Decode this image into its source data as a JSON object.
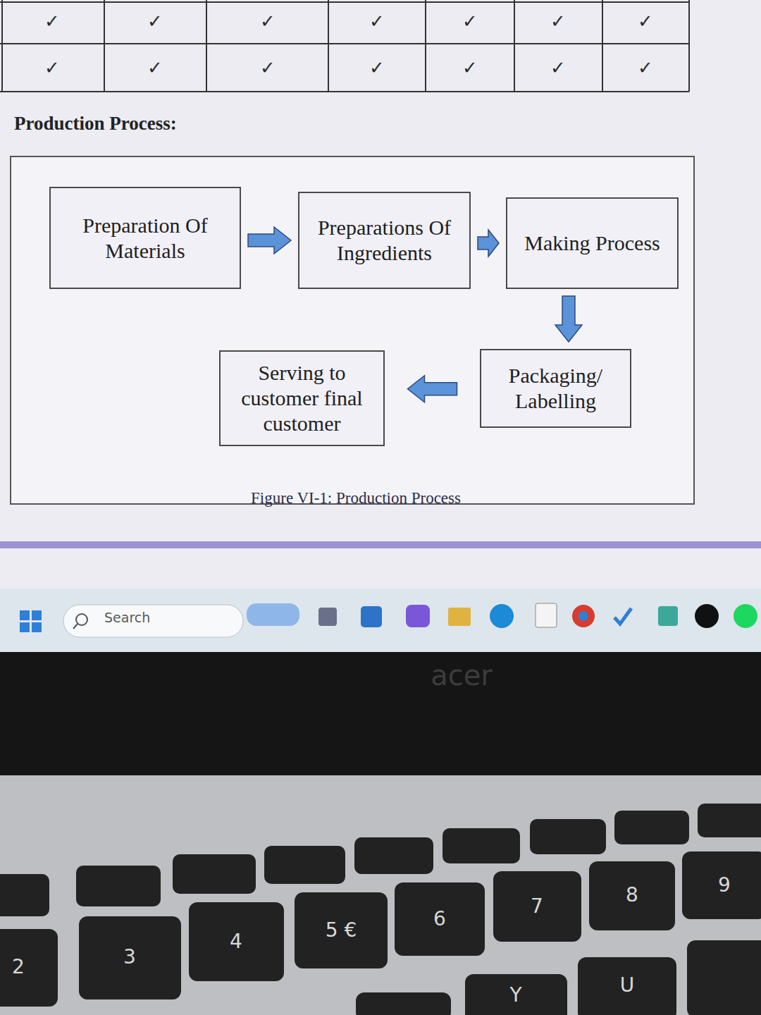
{
  "diagram": {
    "title": "Production Process:",
    "caption": "Figure VI-1: Production Process",
    "nodes": [
      {
        "text": [
          "Preparation Of Materials"
        ]
      },
      {
        "text": [
          "Preparations Of Ingredients"
        ]
      },
      {
        "text": [
          "Making Process"
        ]
      },
      {
        "text": [
          "Packaging/ Labelling"
        ]
      },
      {
        "text": [
          "Serving to customer final customer"
        ]
      }
    ],
    "edges": [
      {
        "from": 0,
        "to": 1,
        "arrow": "to"
      },
      {
        "from": 1,
        "to": 2,
        "arrow": "to"
      },
      {
        "from": 2,
        "to": 3,
        "arrow": "to"
      },
      {
        "from": 3,
        "to": 4,
        "arrow": "to"
      }
    ],
    "labels": [
      "✓",
      "✓",
      "✓",
      "✓",
      "✓",
      "✓",
      "✓",
      "✓",
      "✓",
      "✓",
      "✓",
      "✓",
      "✓",
      "✓",
      "Search",
      "acer",
      "2",
      "3",
      "4",
      "5 €",
      "6",
      "7",
      "8",
      "9",
      "Y",
      "U"
    ]
  }
}
